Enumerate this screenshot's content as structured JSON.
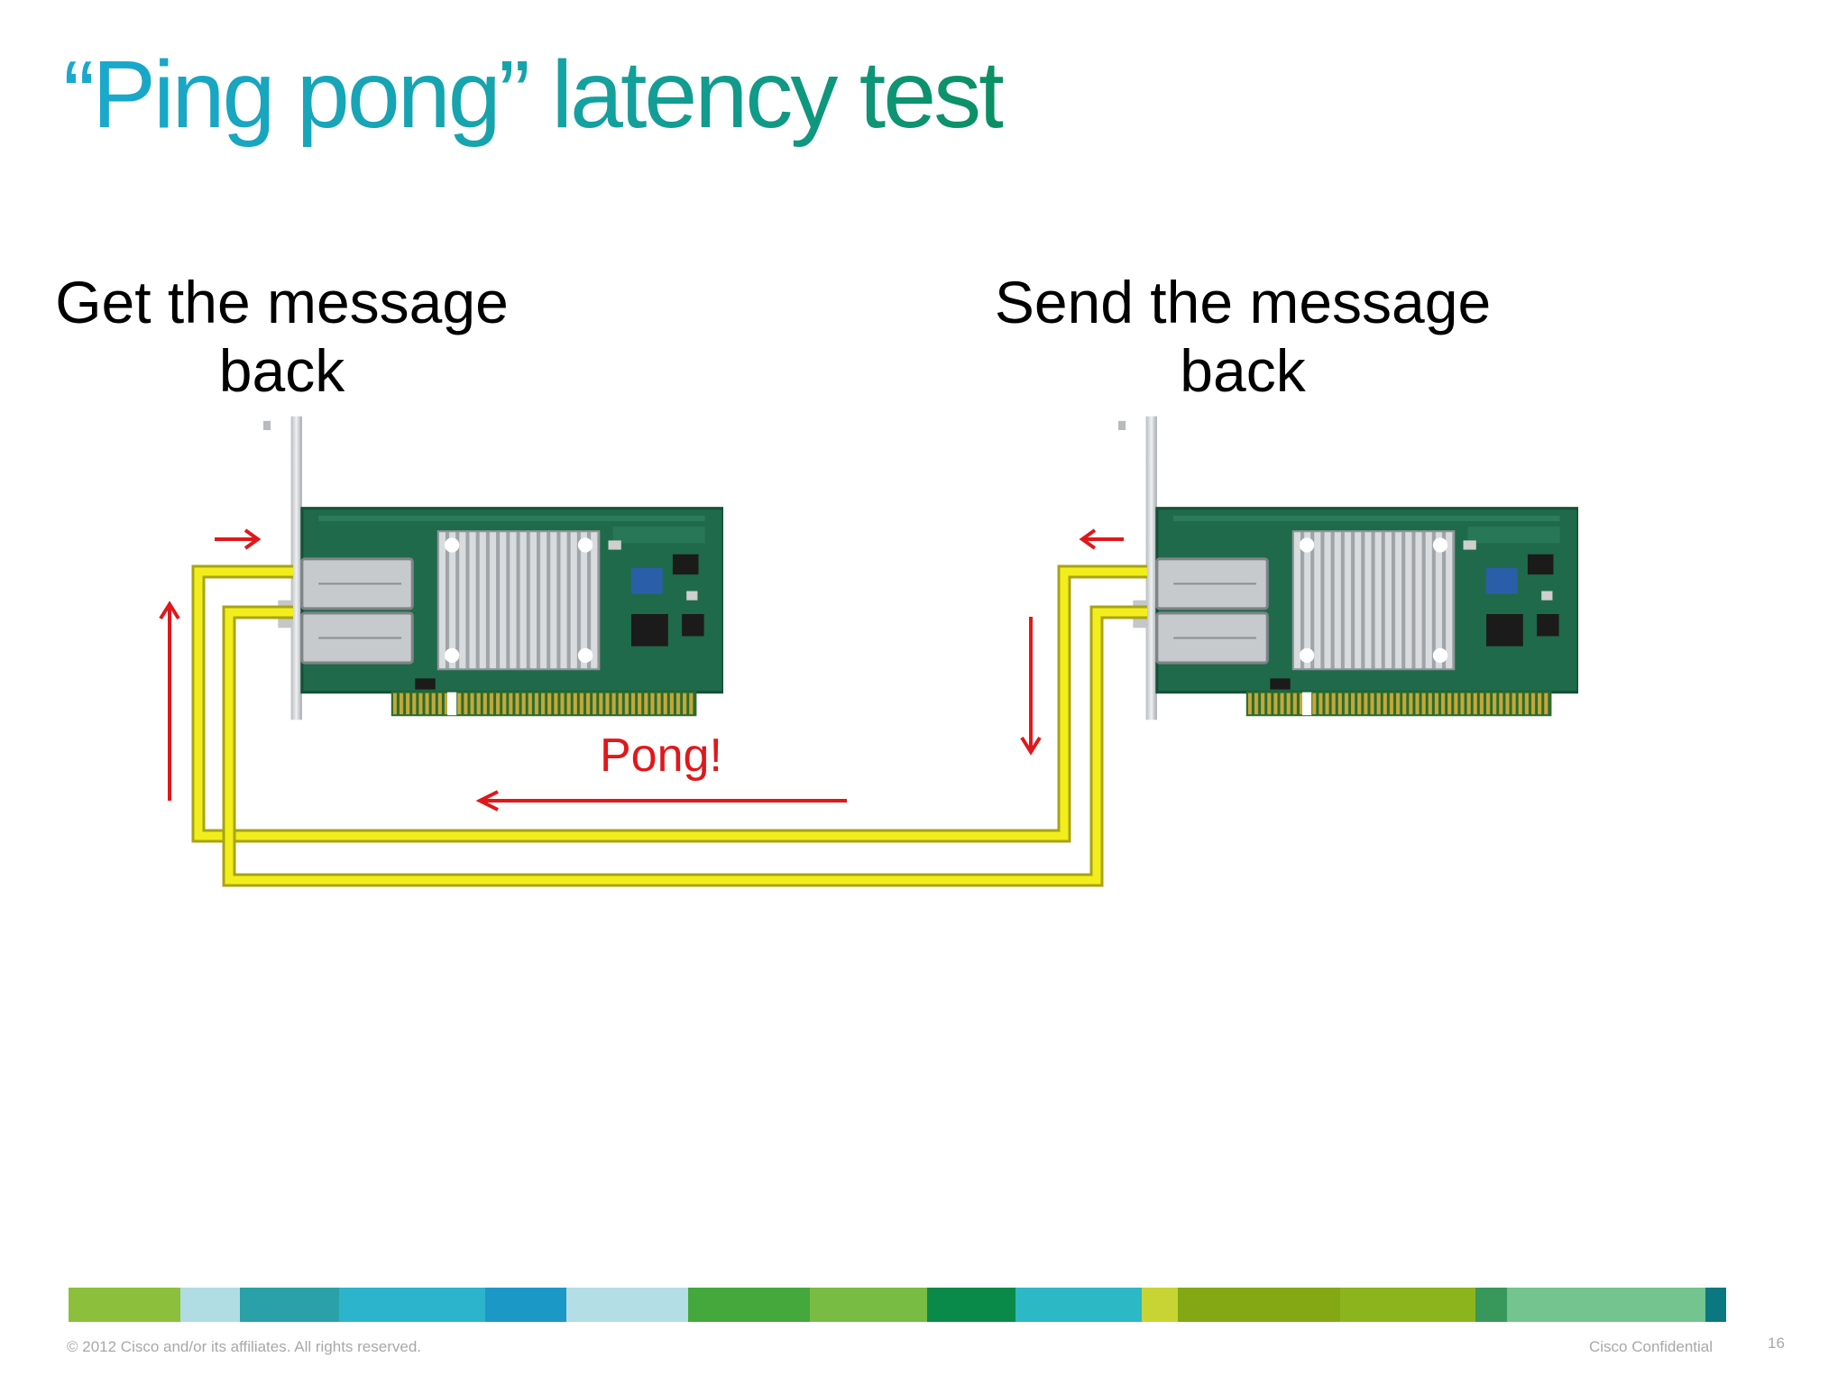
{
  "title": "“Ping pong” latency test",
  "captions": {
    "left": {
      "line1": "Get the message",
      "line2": "back"
    },
    "right": {
      "line1": "Send the message",
      "line2": "back"
    }
  },
  "pong_label": "Pong!",
  "footer": {
    "copyright": "© 2012 Cisco and/or its affiliates. All rights reserved.",
    "confidential": "Cisco Confidential",
    "page_number": "16"
  },
  "colors": {
    "title_gradient": [
      "#1aa8cf",
      "#15a3a8",
      "#0b8f63"
    ],
    "arrow": "#e0181b",
    "cable": "#f2ee1c",
    "cable_outline": "#a9a313",
    "pcb": "#1f6a4a"
  },
  "color_bar": [
    "#8cc03c",
    "#b0dce4",
    "#2aa0a8",
    "#2cb4cc",
    "#1b98c6",
    "#b4dee6",
    "#44a83c",
    "#78bc44",
    "#0a8a48",
    "#2cb8c4",
    "#c8d434",
    "#84a814",
    "#8cb41c",
    "#38985c",
    "#74c490",
    "#0a7880"
  ]
}
